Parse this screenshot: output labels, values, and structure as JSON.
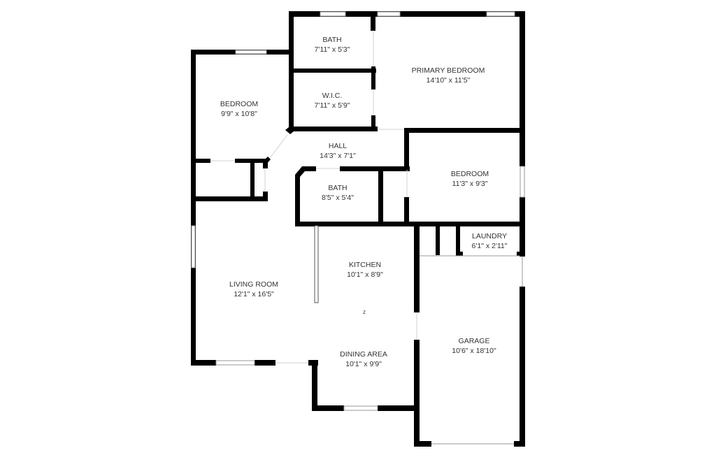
{
  "plan": {
    "rooms": [
      {
        "id": "bath-upper",
        "name": "BATH",
        "dims": "7'11\" x 5'3\""
      },
      {
        "id": "primary-bedroom",
        "name": "PRIMARY BEDROOM",
        "dims": "14'10\" x 11'5\""
      },
      {
        "id": "bedroom-west",
        "name": "BEDROOM",
        "dims": "9'9\" x 10'8\""
      },
      {
        "id": "wic",
        "name": "W.I.C.",
        "dims": "7'11\" x 5'9\""
      },
      {
        "id": "hall",
        "name": "HALL",
        "dims": "14'3\" x 7'1\""
      },
      {
        "id": "bedroom-east",
        "name": "BEDROOM",
        "dims": "11'3\" x 9'3\""
      },
      {
        "id": "bath-lower",
        "name": "BATH",
        "dims": "8'5\" x 5'4\""
      },
      {
        "id": "laundry",
        "name": "LAUNDRY",
        "dims": "6'1\" x 2'11\""
      },
      {
        "id": "kitchen",
        "name": "KITCHEN",
        "dims": "10'1\" x 8'9\""
      },
      {
        "id": "living-room",
        "name": "LIVING ROOM",
        "dims": "12'1\" x 16'5\""
      },
      {
        "id": "dining-area",
        "name": "DINING AREA",
        "dims": "10'1\" x 9'9\""
      },
      {
        "id": "garage",
        "name": "GARAGE",
        "dims": "10'6\" x 18'10\""
      }
    ],
    "compass_marker": "z",
    "colors": {
      "wall": "#000000",
      "text": "#333333",
      "window": "#9a9a9a",
      "background": "#ffffff"
    }
  }
}
